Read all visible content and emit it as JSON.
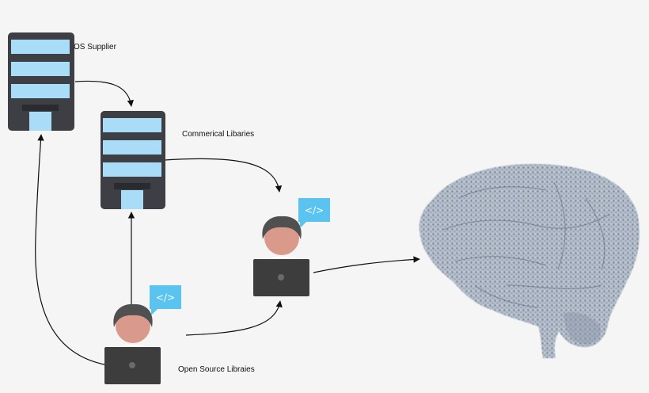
{
  "labels": {
    "os_supplier": "OS Supplier",
    "commercial_libraries": "Commerical Libaries",
    "open_source_libraries": "Open Source Libraies"
  },
  "code_badge_text": "</>",
  "icons": {
    "server": "server-icon",
    "developer": "developer-icon",
    "code_badge": "code-badge-icon",
    "brain": "brain-icon"
  },
  "colors": {
    "background": "#f5f5f5",
    "server_body": "#3d3f44",
    "server_slot": "#a9dcf7",
    "code_badge": "#5ac3ef",
    "skin": "#d99a8b",
    "hair": "#505050",
    "laptop": "#3d3d3d",
    "brain": "#98a4b4",
    "arrow": "#111111"
  }
}
